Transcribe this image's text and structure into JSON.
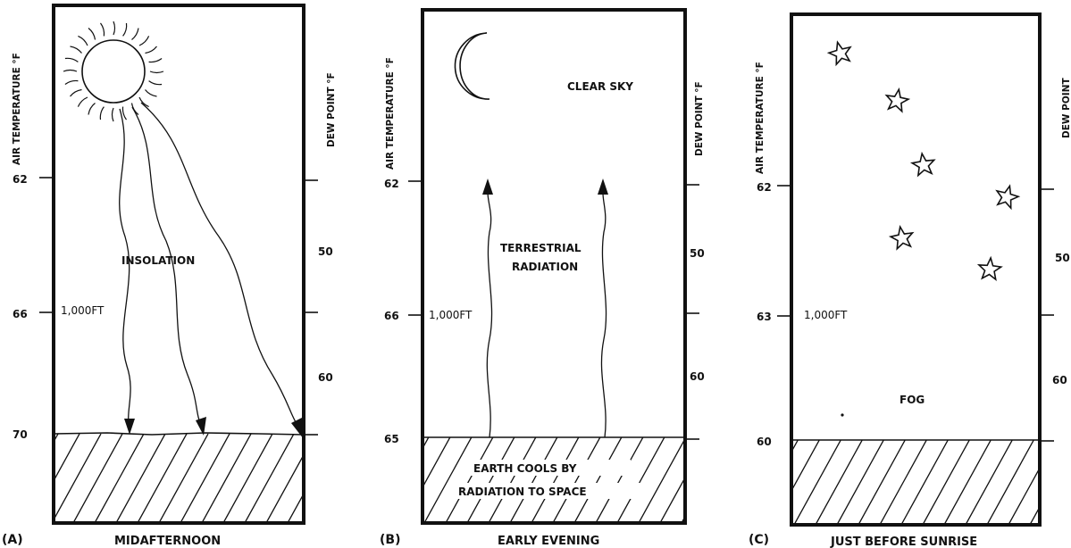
{
  "panels": [
    {
      "letter": "(A)",
      "caption": "MIDAFTERNOON",
      "left_axis_label": "AIR TEMPERATURE °F",
      "right_axis_label": "DEW  POINT  °F",
      "left_ticks": [
        "62",
        "66",
        "70"
      ],
      "right_ticks": [
        "50",
        "60"
      ],
      "altitude_label": "1,000FT",
      "labels": [
        "INSOLATION"
      ],
      "icon": "sun-icon",
      "arrows": "down"
    },
    {
      "letter": "(B)",
      "caption": "EARLY EVENING",
      "left_axis_label": "AIR TEMPERATURE °F",
      "right_axis_label": "DEW  POINT  °F",
      "left_ticks": [
        "62",
        "66",
        "65"
      ],
      "right_ticks": [
        "50",
        "60"
      ],
      "altitude_label": "1,000FT",
      "labels": [
        "CLEAR SKY",
        "TERRESTRIAL",
        "RADIATION",
        "EARTH COOLS BY",
        "RADIATION TO SPACE"
      ],
      "icon": "moon-icon",
      "arrows": "up"
    },
    {
      "letter": "(C)",
      "caption": "JUST BEFORE SUNRISE",
      "left_axis_label": "AIR TEMPERATURE °F",
      "right_axis_label": "DEW  POINT",
      "left_ticks": [
        "62",
        "63",
        "60"
      ],
      "right_ticks": [
        "50",
        "60"
      ],
      "altitude_label": "1,000FT",
      "labels": [
        "FOG"
      ],
      "icon": "star-icon",
      "arrows": "none"
    }
  ]
}
